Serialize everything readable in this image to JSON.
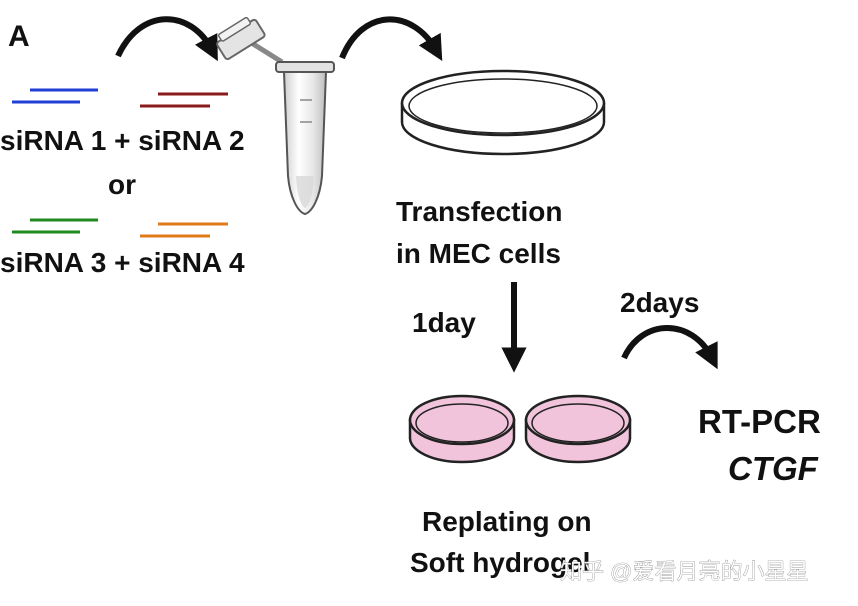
{
  "panel_label": "A",
  "sirna": {
    "line1": "siRNA 1 + siRNA 2",
    "or": "or",
    "line2": "siRNA 3 + siRNA 4",
    "colors": {
      "sirna1": "#1f3fd6",
      "sirna2": "#8b1a1a",
      "sirna3": "#1f8a1f",
      "sirna4": "#e07a1a"
    }
  },
  "transfection": {
    "line1": "Transfection",
    "line2": "in MEC cells"
  },
  "step_1day": "1day",
  "step_2days": "2days",
  "replating": {
    "line1": "Replating on",
    "line2": "Soft hydrogel"
  },
  "readout": {
    "method": "RT-PCR",
    "gene": "CTGF"
  },
  "dish_fill_color": "#f2c4dc",
  "watermark": "知乎 @爱看月亮的小星星"
}
